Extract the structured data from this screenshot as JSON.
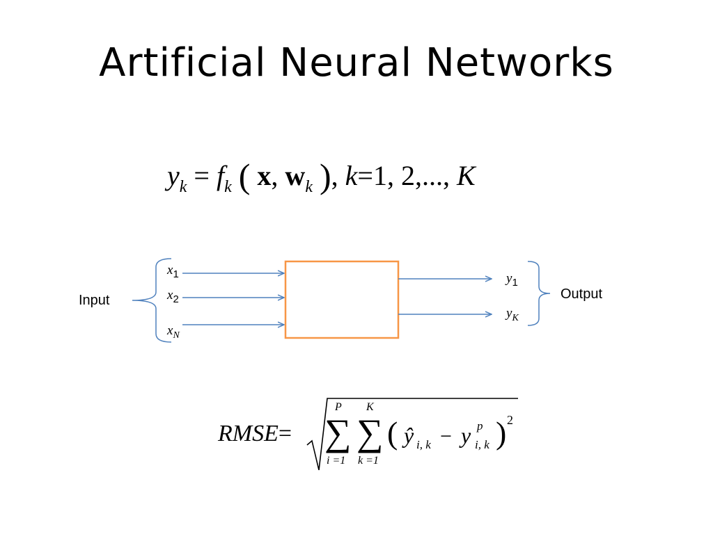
{
  "slide": {
    "title": "Artificial Neural Networks"
  },
  "equation1": {
    "lhs_var": "y",
    "lhs_sub": "k",
    "equals": "=",
    "func": "f",
    "func_sub": "k",
    "open_paren": "(",
    "arg1": "x",
    "comma1": ",",
    "arg2": "w",
    "arg2_sub": "k",
    "close_paren": ")",
    "comma2": ",",
    "index_var": "k",
    "range": "=1, 2,..., ",
    "upper": "K"
  },
  "diagram": {
    "input_label": "Input",
    "output_label": "Output",
    "inputs": [
      {
        "var": "x",
        "sub": "1"
      },
      {
        "var": "x",
        "sub": "2"
      },
      {
        "var": "x",
        "sub": "N"
      }
    ],
    "outputs": [
      {
        "var": "y",
        "sub": "1"
      },
      {
        "var": "y",
        "sub": "K"
      }
    ],
    "colors": {
      "arrow": "#4f81bd",
      "box": "#f79646"
    }
  },
  "rmse": {
    "lhs": "RMSE",
    "equals": "=",
    "sum1_upper": "P",
    "sum1_lower": "i =1",
    "sum2_upper": "K",
    "sum2_lower": "k =1",
    "term1_var": "ŷ",
    "term1_sub": "i, k",
    "minus": "−",
    "term2_var": "y",
    "term2_sup": "p",
    "term2_sub": "i, k",
    "exponent": "2"
  }
}
